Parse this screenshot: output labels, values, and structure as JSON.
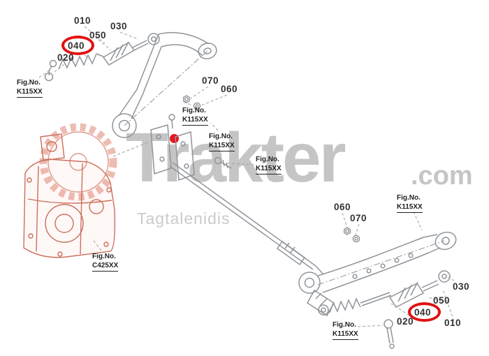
{
  "brand": {
    "name": "Trakter",
    "tld": ".com",
    "subtitle": "Tagtalenidis"
  },
  "fig": {
    "title": "Fig.No.",
    "codes": {
      "upper_left": "K115XX",
      "upper_mid_a": "K115XX",
      "upper_mid_b": "K115XX",
      "upper_right": "K115XX",
      "case": "C425XX",
      "lower_top": "K115XX",
      "lower_bottom": "K115XX"
    }
  },
  "callouts": {
    "upper": {
      "n010": "010",
      "n020": "020",
      "n030": "030",
      "n040": "040",
      "n050": "050",
      "n060": "060",
      "n070": "070"
    },
    "lower": {
      "n010": "010",
      "n020": "020",
      "n030": "030",
      "n040": "040",
      "n050": "050",
      "n060": "060",
      "n070": "070"
    }
  },
  "highlight": {
    "highlighted_part": "040",
    "color": "#e01212"
  },
  "colors": {
    "line": "#8f949a",
    "leader": "#a0a0a0",
    "case": "#cc6f5c",
    "gear": "#e5aca0",
    "watermark": "#c5c5c5",
    "label": "#333333",
    "brand_dot": "#e8141e"
  }
}
